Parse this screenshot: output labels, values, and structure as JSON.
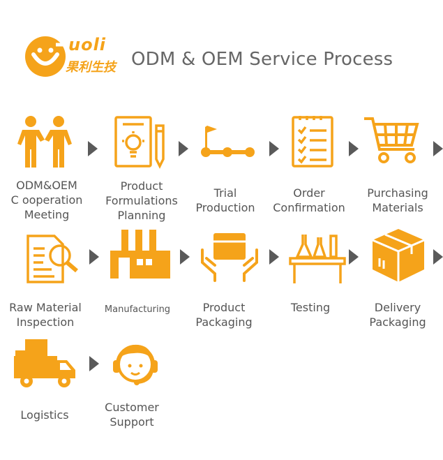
{
  "header": {
    "logo_latin": "uoli",
    "logo_chinese": "果利生技",
    "title": "ODM & OEM Service Process"
  },
  "colors": {
    "accent": "#f5a31a",
    "text": "#555555",
    "arrow": "#5a5a5a"
  },
  "steps": [
    {
      "icon": "handshake-people-icon",
      "label": "ODM&OEM\nC ooperation\nMeeting"
    },
    {
      "icon": "formulation-clipboard-icon",
      "label": "Product\nFormulations\nPlanning"
    },
    {
      "icon": "flag-timeline-icon",
      "label": "Trial\nProduction"
    },
    {
      "icon": "checklist-icon",
      "label": "Order\nConfirmation"
    },
    {
      "icon": "shopping-cart-icon",
      "label": "Purchasing\nMaterials"
    },
    {
      "icon": "document-magnifier-icon",
      "label": "Raw Material\nInspection"
    },
    {
      "icon": "factory-icon",
      "label": "Manufacturing"
    },
    {
      "icon": "box-in-hands-icon",
      "label": "Product\nPackaging"
    },
    {
      "icon": "lab-flasks-icon",
      "label": "Testing"
    },
    {
      "icon": "delivery-box-icon",
      "label": "Delivery\nPackaging"
    },
    {
      "icon": "truck-icon",
      "label": "Logistics"
    },
    {
      "icon": "headset-agent-icon",
      "label": "Customer\nSupport"
    }
  ]
}
